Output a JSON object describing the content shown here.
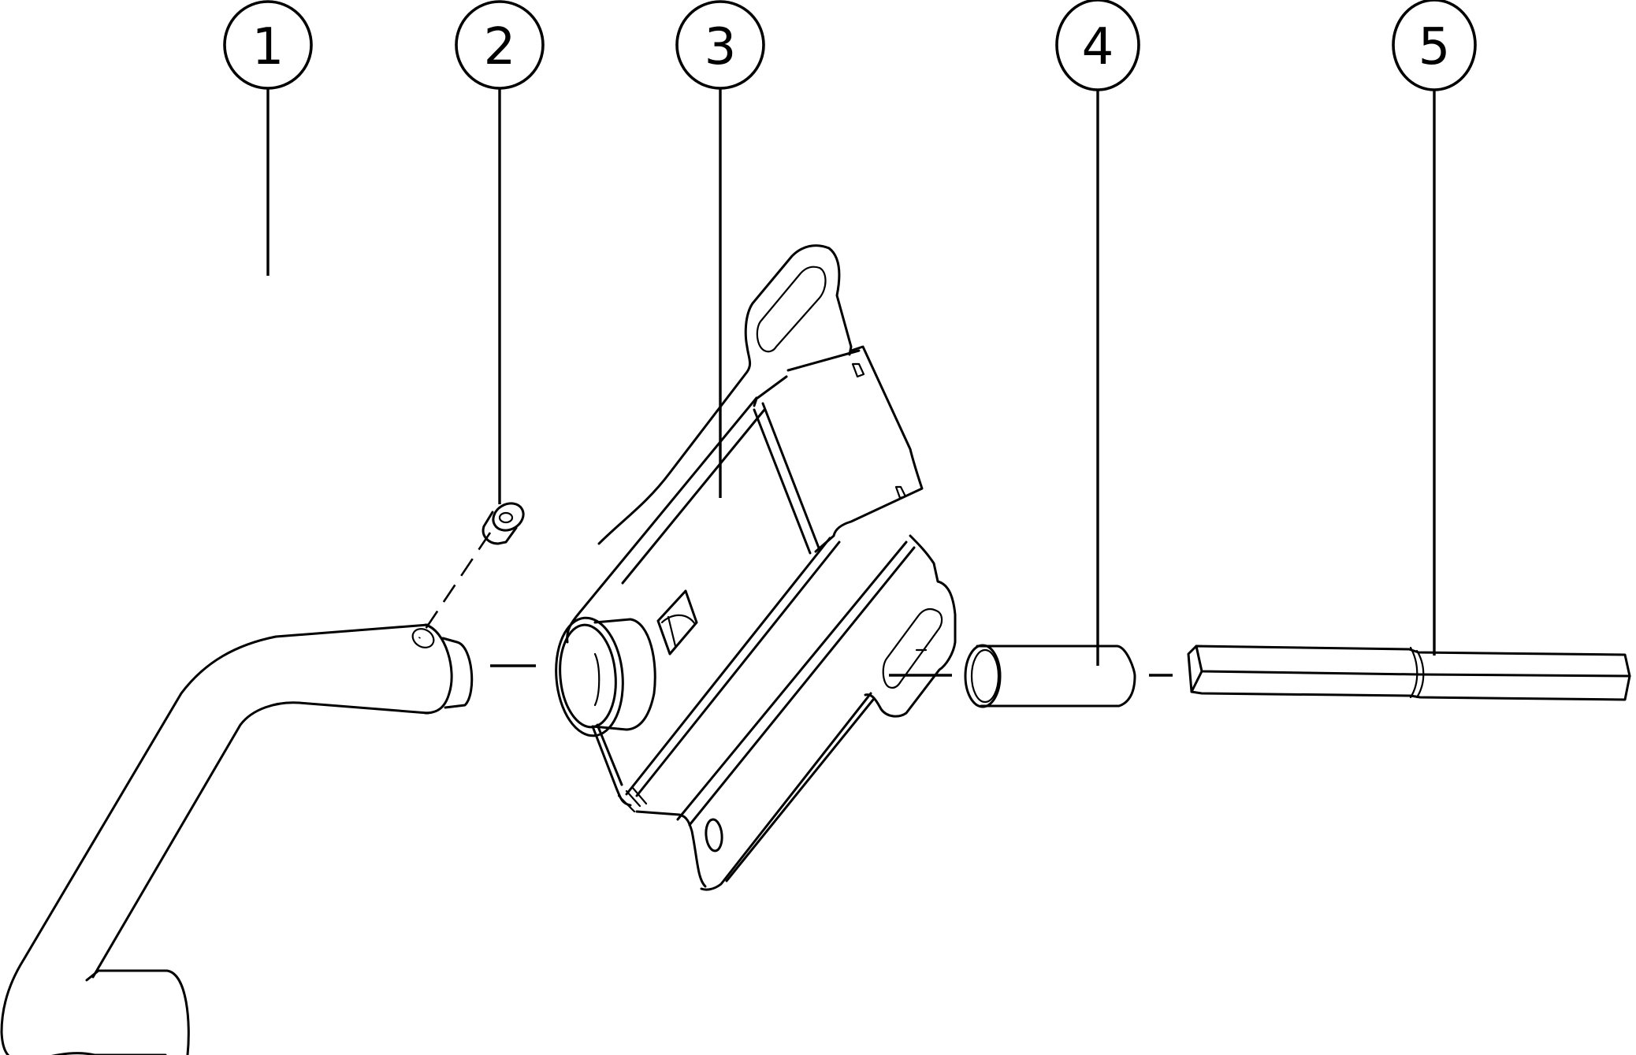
{
  "diagram": {
    "type": "exploded-view parts diagram",
    "line_color": "#000000",
    "background": "#ffffff",
    "callouts": [
      {
        "number": "1",
        "part": "bent-tube-handle"
      },
      {
        "number": "2",
        "part": "set-screw-nut"
      },
      {
        "number": "3",
        "part": "mounting-bracket-plate"
      },
      {
        "number": "4",
        "part": "cylindrical-sleeve"
      },
      {
        "number": "5",
        "part": "square-bar"
      }
    ]
  }
}
